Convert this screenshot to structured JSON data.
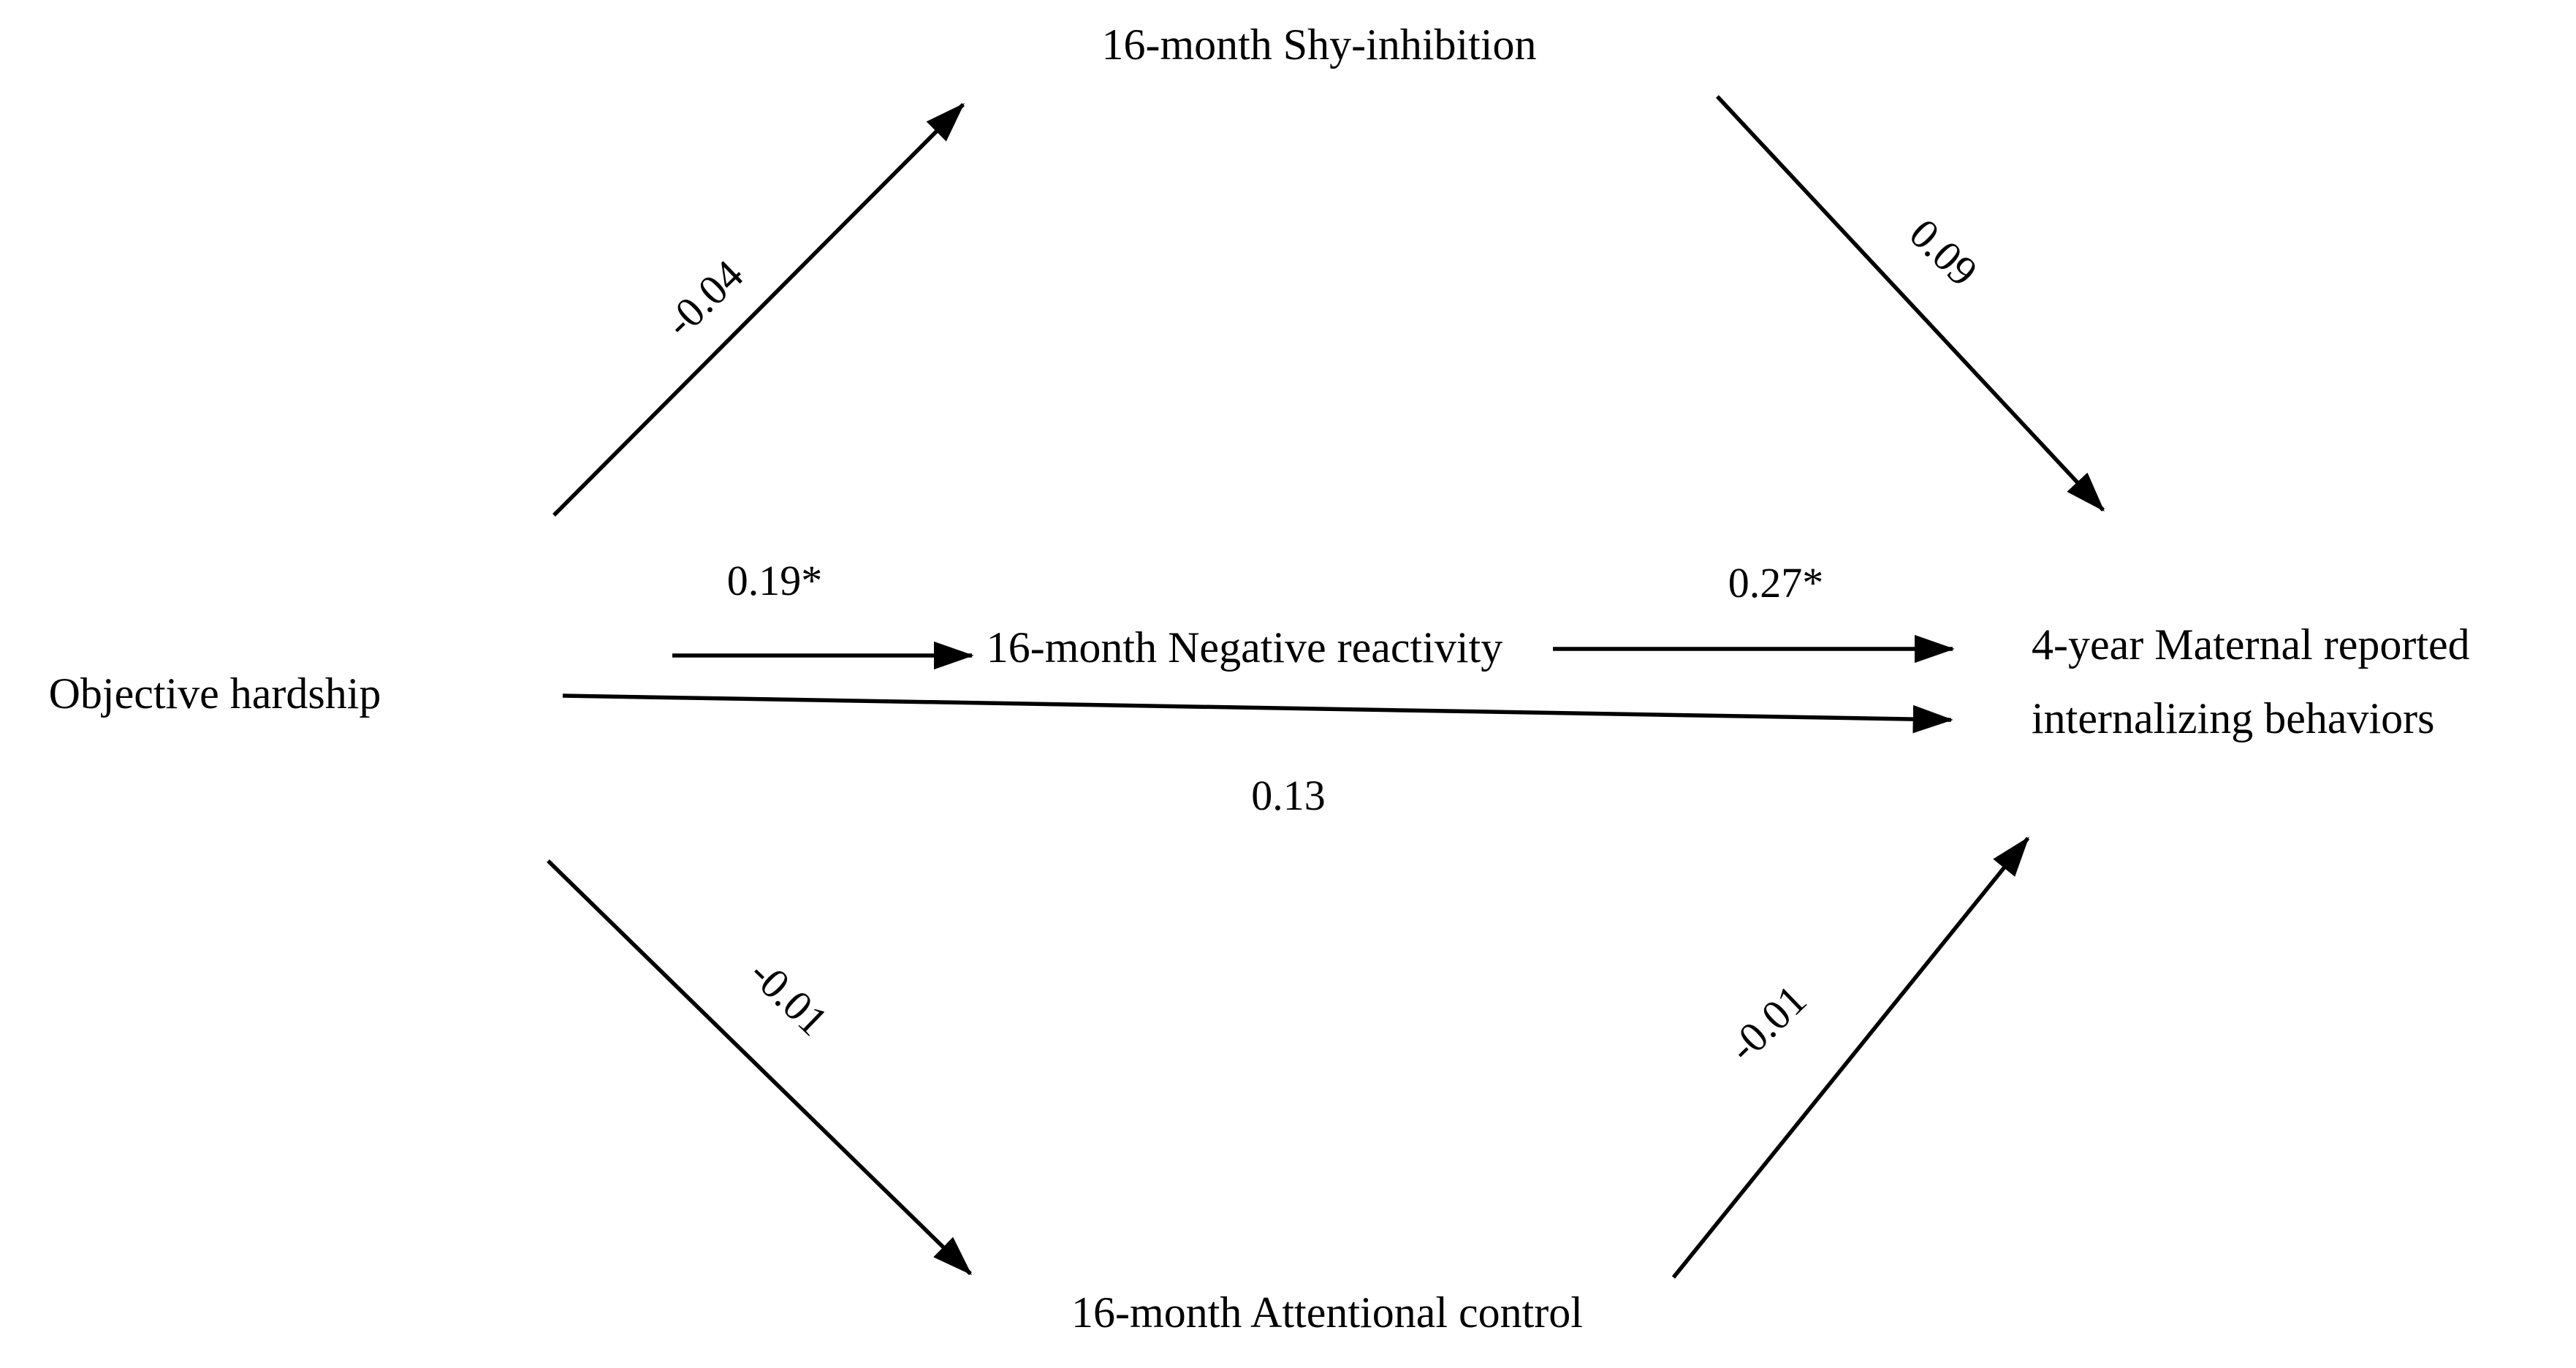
{
  "figure": {
    "type": "mediation-path-diagram",
    "colors": {
      "line": "#000000",
      "text": "#000000",
      "background": "#ffffff"
    },
    "nodes": {
      "predictor": "Objective hardship",
      "mediator_shy": "16-month Shy-inhibition",
      "mediator_negative_reactivity": "16-month Negative reactivity",
      "mediator_attentional_control": "16-month Attentional control",
      "outcome_line1": "4-year Maternal reported",
      "outcome_line2": "internalizing behaviors"
    },
    "paths": [
      {
        "from": "Objective hardship",
        "to": "16-month Shy-inhibition",
        "coefficient": "-0.04"
      },
      {
        "from": "16-month Shy-inhibition",
        "to": "4-year Maternal reported internalizing behaviors",
        "coefficient": "0.09"
      },
      {
        "from": "Objective hardship",
        "to": "16-month Negative reactivity",
        "coefficient": "0.19*"
      },
      {
        "from": "16-month Negative reactivity",
        "to": "4-year Maternal reported internalizing behaviors",
        "coefficient": "0.27*"
      },
      {
        "from": "Objective hardship",
        "to": "4-year Maternal reported internalizing behaviors",
        "coefficient": "0.13"
      },
      {
        "from": "Objective hardship",
        "to": "16-month Attentional control",
        "coefficient": "-0.01"
      },
      {
        "from": "16-month Attentional control",
        "to": "4-year Maternal reported internalizing behaviors",
        "coefficient": "-0.01"
      }
    ]
  }
}
